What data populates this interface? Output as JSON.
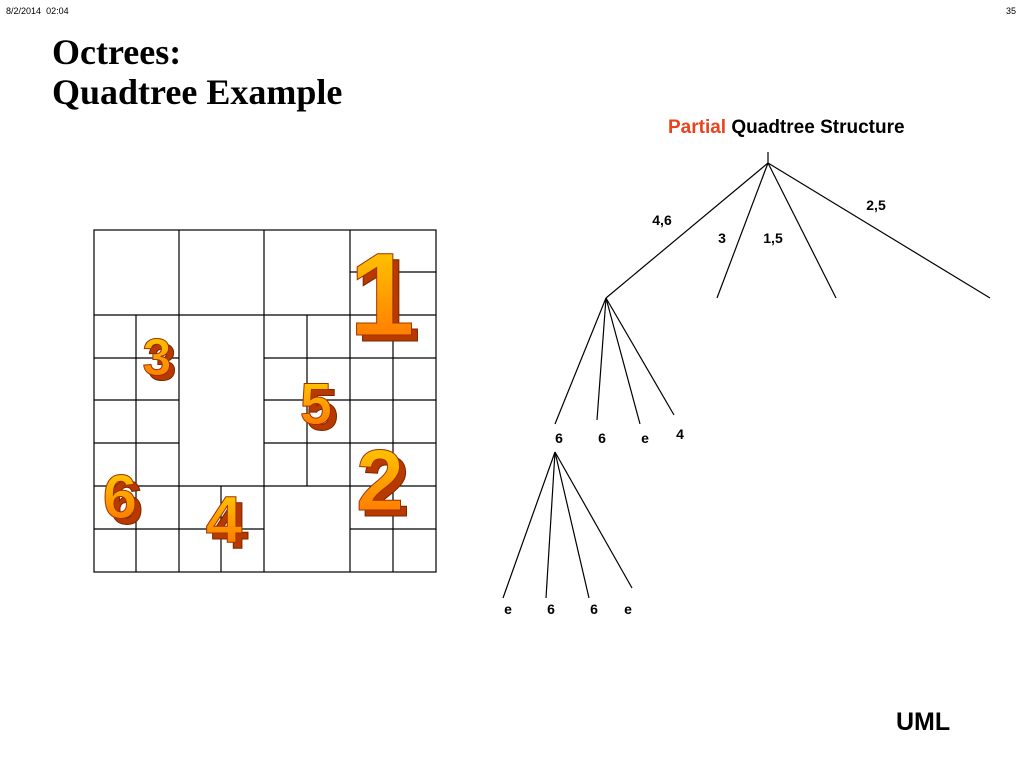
{
  "header": {
    "date": "8/2/2014",
    "time": "02:04",
    "slide_number": "35"
  },
  "title": {
    "line1": "Octrees:",
    "line2": "Quadtree Example"
  },
  "structure_title": {
    "highlight": "Partial",
    "rest": "Quadtree Structure"
  },
  "tree": {
    "edge_labels": {
      "first_child": "4,6",
      "second_child": "3",
      "third_child": "1,5",
      "fourth_child": "2,5"
    },
    "level2_leaves": [
      "6",
      "6",
      "e",
      "4"
    ],
    "level3_leaves": [
      "e",
      "6",
      "6",
      "e"
    ]
  },
  "grid_numbers": [
    "1",
    "3",
    "5",
    "2",
    "6",
    "4"
  ],
  "colors": {
    "highlight": "#e8431c",
    "digit_face": "#ff8c00",
    "digit_top": "#ffd400",
    "digit_side": "#c24000"
  },
  "footer": {
    "label": "UML"
  }
}
